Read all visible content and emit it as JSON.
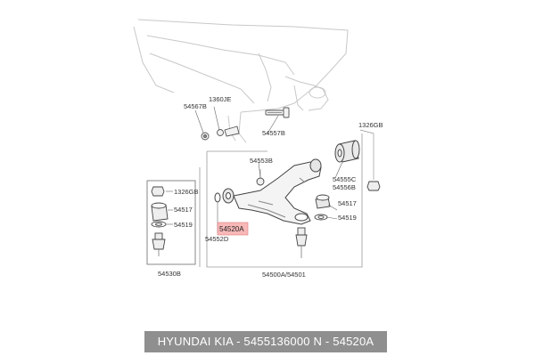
{
  "diagram": {
    "labels": {
      "l_1360je": "1360JE",
      "l_54567b": "54567B",
      "l_54557b": "54557B",
      "l_1326gb_r": "1326GB",
      "l_54553b": "54553B",
      "l_54555c": "54555C",
      "l_54556b": "54556B",
      "l_54517_r": "54517",
      "l_54519_r": "54519",
      "l_1326gb_l": "1326GB",
      "l_54517_l": "54517",
      "l_54519_l": "54519",
      "l_54520a": "54520A",
      "l_54552d": "54552D",
      "l_54530b": "54530B",
      "l_54500a": "54500A/54501"
    },
    "highlight_color": "#f5a0a0"
  },
  "footer": {
    "caption": "HYUNDAI  KIA - 5455136000     N - 54520A"
  }
}
